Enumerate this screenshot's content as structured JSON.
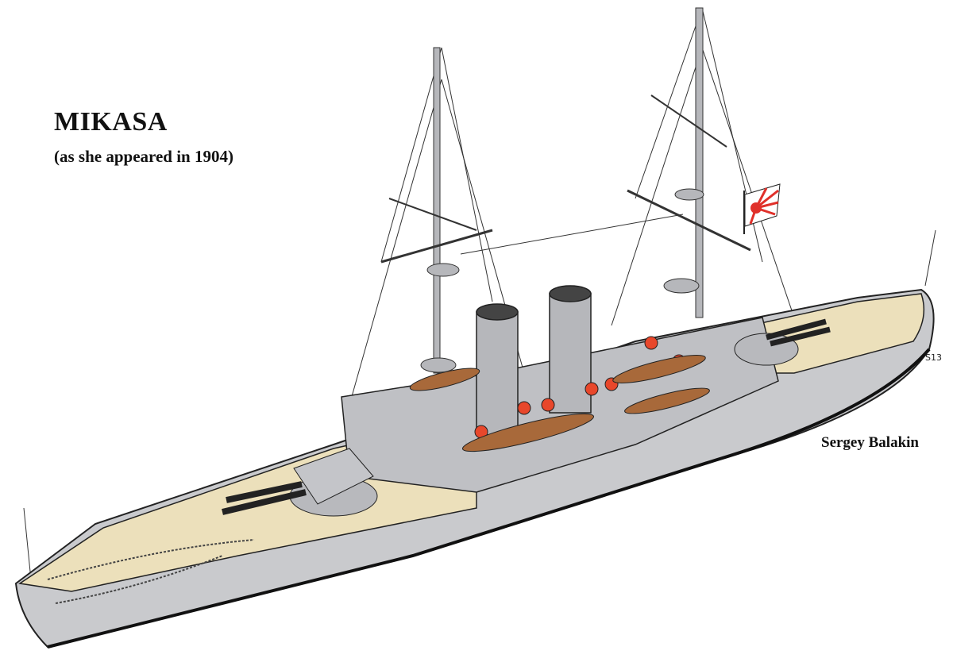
{
  "title": "MIKASA",
  "subtitle": "(as she appeared in 1904)",
  "artist": "Sergey Balakin",
  "signature": "S13",
  "colors": {
    "hull": "#c9cacd",
    "deck": "#ece0bb",
    "funnel_inner": "#e8472b",
    "flag_red": "#e0302a",
    "outline": "#222222"
  }
}
